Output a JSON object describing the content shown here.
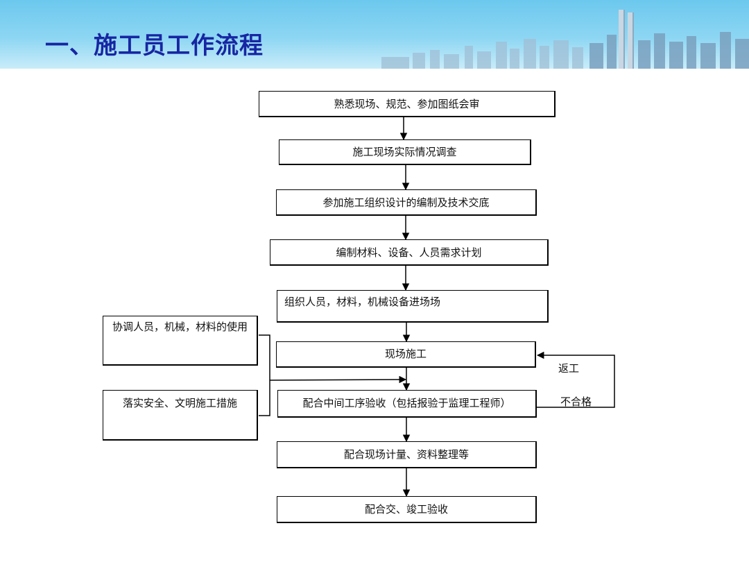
{
  "title": "一、施工员工作流程",
  "steps": [
    "熟悉现场、规范、参加图纸会审",
    "施工现场实际情况调查",
    "参加施工组织设计的编制及技术交底",
    "编制材料、设备、人员需求计划",
    "组织人员，材料，机械设备进场场",
    "现场施工",
    "配合中间工序验收（包括报验于监理工程师）",
    "配合现场计量、资料整理等",
    "配合交、竣工验收"
  ],
  "side_boxes": {
    "coordinate": "协调人员，机械，材料的使用",
    "safety": "落实安全、文明施工措施"
  },
  "labels": {
    "rework": "返工",
    "unqualified": "不合格"
  },
  "colors": {
    "title": "#1726a3",
    "banner": "#6cc8ee"
  }
}
